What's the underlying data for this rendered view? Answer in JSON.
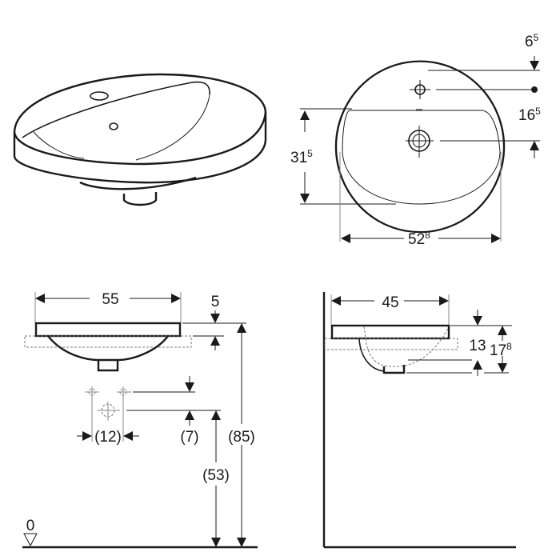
{
  "drawing": {
    "subject": "Oval countertop washbasin - dimension drawing",
    "views": {
      "perspective": {
        "name": "3D view"
      },
      "top": {
        "width_label": {
          "main": "52",
          "sup": "8"
        },
        "depth_label": {
          "main": "31",
          "sup": "5"
        },
        "tap_offset_label": {
          "main": "6",
          "sup": "5"
        },
        "tap_to_drain_label": {
          "main": "16",
          "sup": "5"
        }
      },
      "front": {
        "width_label": "55",
        "rim_thickness_label": "5",
        "tap_spacing_label": "(12)",
        "supply_offset_label": "(7)",
        "supply_height_label": "(53)",
        "rim_height_label": "(85)",
        "floor_label": "0"
      },
      "side": {
        "depth_label": "45",
        "bowl_depth_label": "13",
        "total_height_label": {
          "main": "17",
          "sup": "8"
        }
      }
    },
    "colors": {
      "line": "#1a1a1a",
      "aux": "#8a8a8a",
      "background": "#ffffff"
    }
  }
}
